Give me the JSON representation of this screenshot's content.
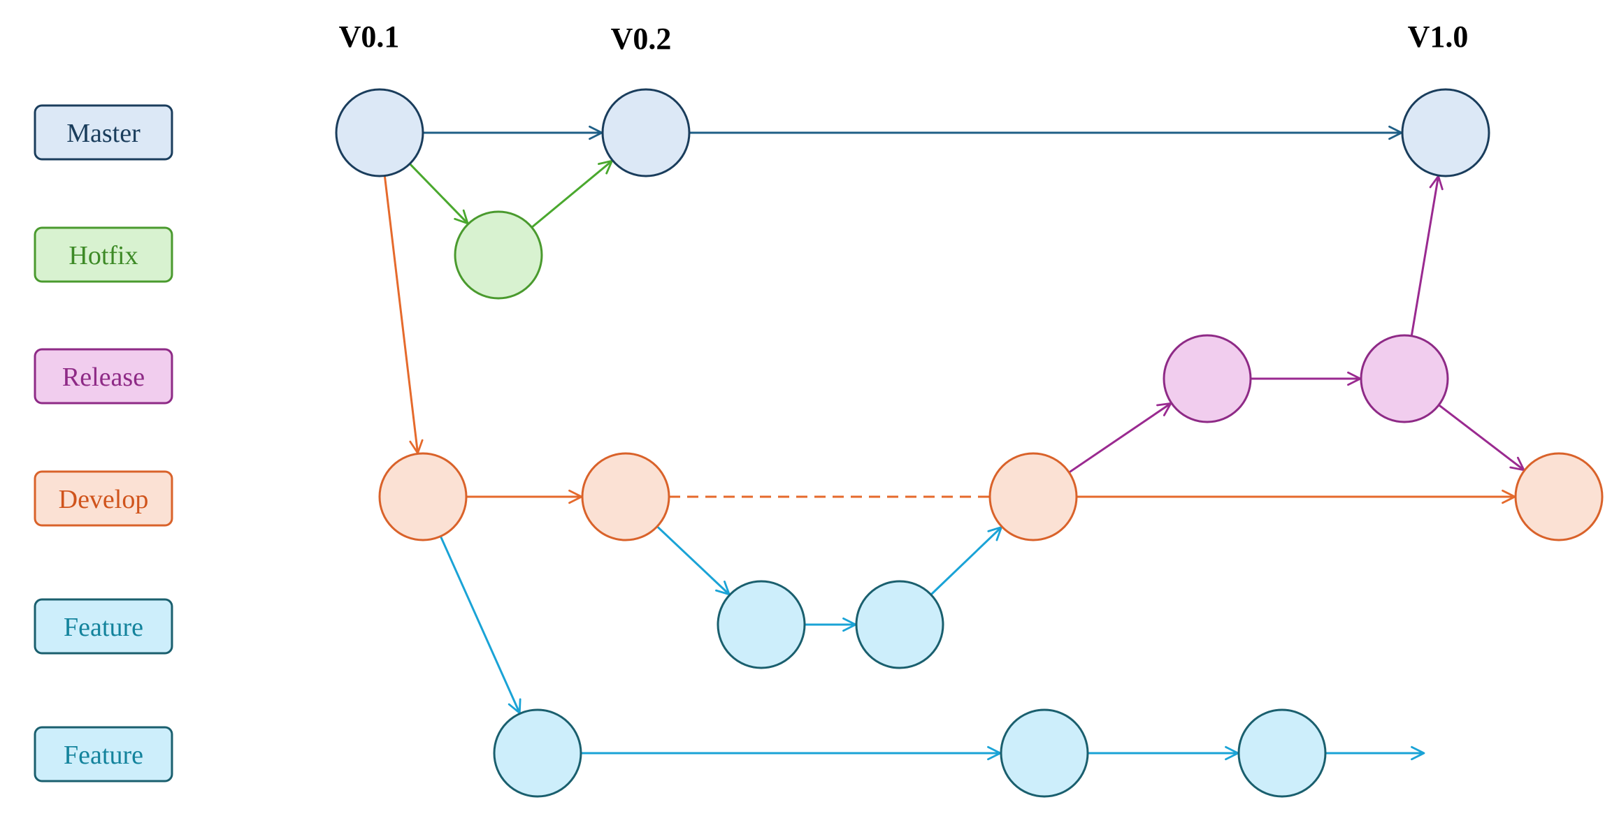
{
  "versions": [
    {
      "id": "v01",
      "label": "V0.1"
    },
    {
      "id": "v02",
      "label": "V0.2"
    },
    {
      "id": "v10",
      "label": "V1.0"
    }
  ],
  "branches": [
    {
      "id": "master",
      "label": "Master",
      "stroke": "#1a3d5c",
      "fill": "#dce8f6",
      "text": "#1a3d5c"
    },
    {
      "id": "hotfix",
      "label": "Hotfix",
      "stroke": "#4a9a2e",
      "fill": "#d8f2d0",
      "text": "#3d8a26"
    },
    {
      "id": "release",
      "label": "Release",
      "stroke": "#8e2a86",
      "fill": "#f1cdee",
      "text": "#8e2a86"
    },
    {
      "id": "develop",
      "label": "Develop",
      "stroke": "#d9622a",
      "fill": "#fbe1d4",
      "text": "#d0541c"
    },
    {
      "id": "feature1",
      "label": "Feature",
      "stroke": "#1a5f6e",
      "fill": "#cdeefb",
      "text": "#13839c"
    },
    {
      "id": "feature2",
      "label": "Feature",
      "stroke": "#1a5f6e",
      "fill": "#cdeefb",
      "text": "#13839c"
    }
  ],
  "edge_colors": {
    "master": "#1f5f86",
    "hotfix": "#4aa82e",
    "release": "#9a2a90",
    "develop": "#e56a2c",
    "feature": "#1aa3d6"
  },
  "commits": [
    {
      "id": "m1",
      "branch": "master"
    },
    {
      "id": "m2",
      "branch": "master"
    },
    {
      "id": "m3",
      "branch": "master"
    },
    {
      "id": "h1",
      "branch": "hotfix"
    },
    {
      "id": "r1",
      "branch": "release"
    },
    {
      "id": "r2",
      "branch": "release"
    },
    {
      "id": "d1",
      "branch": "develop"
    },
    {
      "id": "d2",
      "branch": "develop"
    },
    {
      "id": "d3",
      "branch": "develop"
    },
    {
      "id": "d4",
      "branch": "develop"
    },
    {
      "id": "f1",
      "branch": "feature1"
    },
    {
      "id": "f2",
      "branch": "feature1"
    },
    {
      "id": "g1",
      "branch": "feature2"
    },
    {
      "id": "g2",
      "branch": "feature2"
    },
    {
      "id": "g3",
      "branch": "feature2"
    }
  ],
  "edges": [
    {
      "from": "m1",
      "to": "m2",
      "color": "master"
    },
    {
      "from": "m2",
      "to": "m3",
      "color": "master"
    },
    {
      "from": "m1",
      "to": "h1",
      "color": "hotfix"
    },
    {
      "from": "h1",
      "to": "m2",
      "color": "hotfix"
    },
    {
      "from": "m1",
      "to": "d1",
      "color": "develop"
    },
    {
      "from": "d1",
      "to": "d2",
      "color": "develop"
    },
    {
      "from": "d2",
      "to": "d3",
      "color": "develop",
      "dashed": true
    },
    {
      "from": "d3",
      "to": "d4",
      "color": "develop"
    },
    {
      "from": "d1",
      "to": "g1",
      "color": "feature"
    },
    {
      "from": "d2",
      "to": "f1",
      "color": "feature"
    },
    {
      "from": "f1",
      "to": "f2",
      "color": "feature"
    },
    {
      "from": "f2",
      "to": "d3",
      "color": "feature"
    },
    {
      "from": "g1",
      "to": "g2",
      "color": "feature"
    },
    {
      "from": "g2",
      "to": "g3",
      "color": "feature"
    },
    {
      "from": "g3",
      "to": "end",
      "color": "feature"
    },
    {
      "from": "d3",
      "to": "r1",
      "color": "release"
    },
    {
      "from": "r1",
      "to": "r2",
      "color": "release"
    },
    {
      "from": "r2",
      "to": "m3",
      "color": "release"
    },
    {
      "from": "r2",
      "to": "d4",
      "color": "release"
    }
  ]
}
